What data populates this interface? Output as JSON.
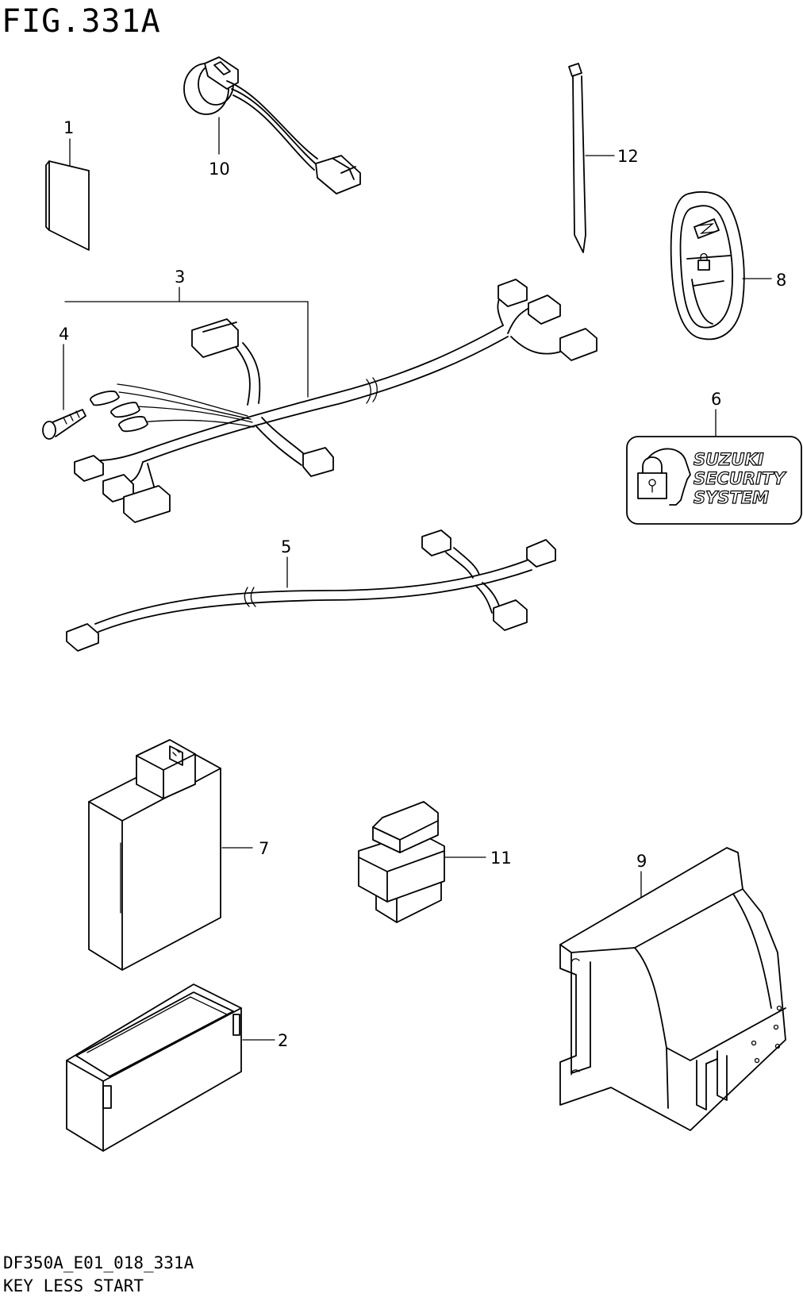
{
  "figure": {
    "title": "FIG.331A",
    "code": "DF350A_E01_018_331A",
    "name": "KEY LESS START"
  },
  "callouts": [
    "1",
    "2",
    "3",
    "4",
    "5",
    "6",
    "7",
    "8",
    "9",
    "10",
    "11",
    "12"
  ],
  "label_text": {
    "line1": "SUZUKI",
    "line2": "SECURITY",
    "line3": "SYSTEM"
  },
  "icons": [
    "padlock-icon",
    "suzuki-s-logo-icon",
    "key-fob-lock-icon"
  ]
}
